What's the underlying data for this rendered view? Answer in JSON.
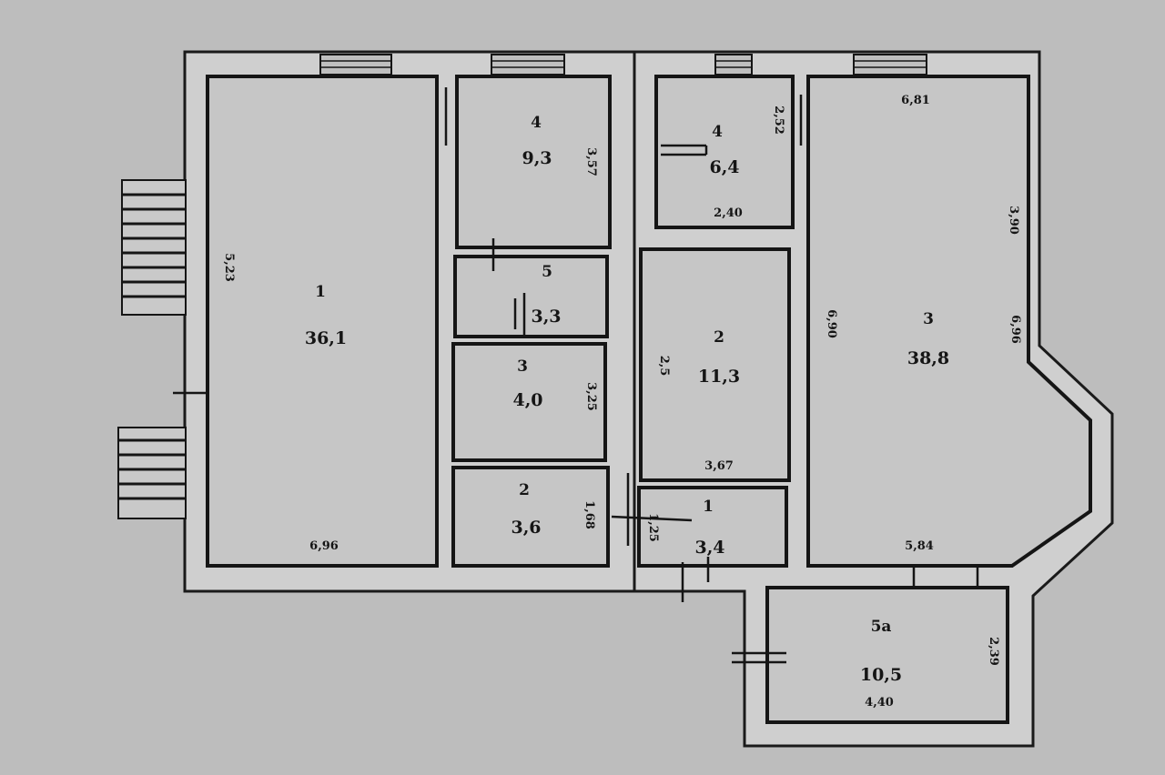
{
  "plan": {
    "rooms": [
      {
        "id": "r-left-big",
        "number": "1",
        "area": "36,1"
      },
      {
        "id": "r-top-mid",
        "number": "4",
        "area": "9,3"
      },
      {
        "id": "r-mid-small",
        "number": "5",
        "area": "3,3"
      },
      {
        "id": "r-mid-3",
        "number": "3",
        "area": "4,0"
      },
      {
        "id": "r-bottom-mid",
        "number": "2",
        "area": "3,6"
      },
      {
        "id": "r-top-right-small",
        "number": "4",
        "area": "6,4"
      },
      {
        "id": "r-center",
        "number": "2",
        "area": "11,3"
      },
      {
        "id": "r-corridor",
        "number": "1",
        "area": "3,4"
      },
      {
        "id": "r-big-right",
        "number": "3",
        "area": "38,8"
      },
      {
        "id": "r-annex",
        "number": "5a",
        "area": "10,5"
      }
    ],
    "dimensions": [
      {
        "id": "d1",
        "text": "6,96"
      },
      {
        "id": "d2",
        "text": "5,23"
      },
      {
        "id": "d3",
        "text": "2,52"
      },
      {
        "id": "d4",
        "text": "2,40"
      },
      {
        "id": "d5",
        "text": "6,81"
      },
      {
        "id": "d6",
        "text": "3,90"
      },
      {
        "id": "d7",
        "text": "6,90"
      },
      {
        "id": "d8",
        "text": "3,67"
      },
      {
        "id": "d9",
        "text": "2,5"
      },
      {
        "id": "d10",
        "text": "3,25"
      },
      {
        "id": "d11",
        "text": "1,68"
      },
      {
        "id": "d12",
        "text": "1,25"
      },
      {
        "id": "d13",
        "text": "5,84"
      },
      {
        "id": "d14",
        "text": "4,40"
      },
      {
        "id": "d15",
        "text": "2,39"
      },
      {
        "id": "d16",
        "text": "6,96"
      },
      {
        "id": "d17",
        "text": "3,57"
      }
    ]
  }
}
